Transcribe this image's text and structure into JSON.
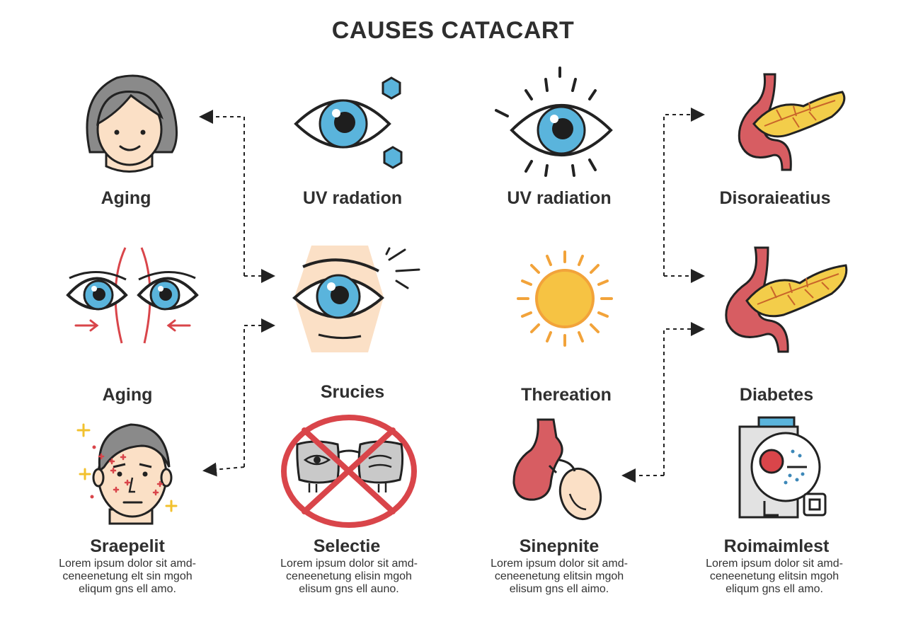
{
  "title": "CAUSES CATACART",
  "labels": {
    "r1c1": "Aging",
    "r1c2": "UV radation",
    "r1c3": "UV radiation",
    "r1c4": "Disoraieatius",
    "r2c1": "Aging",
    "r2c2": "Srucies",
    "r2c3": "Thereation",
    "r2c4": "Diabetes",
    "r3c1": "Sraepelit",
    "r3c2": "Selectie",
    "r3c3": "Sinepnite",
    "r3c4": "Roimaimlest"
  },
  "descriptions": {
    "c1": [
      "Lorem ipsum dolor sit amd-",
      "ceneenetung elt sin mgoh",
      "eliqum gns ell amo."
    ],
    "c2": [
      "Lorem ipsum dolor sit amd-",
      "ceneenetung elisin mgoh",
      "elisum gns ell auno."
    ],
    "c3": [
      "Lorem ipsum dolor sit amd-",
      "ceneenetung elitsin mgoh",
      "elisum gns ell aimo."
    ],
    "c4": [
      "Lorem ipsum dolor sit amd-",
      "ceneenetung elitsin mgoh",
      "eliqum gns ell amo."
    ]
  },
  "colors": {
    "iris": "#5ab4dc",
    "outline": "#222222",
    "skin": "#fbe0c6",
    "hair": "#8a8a8a",
    "red": "#d9454a",
    "sun": "#f6c343",
    "sun_ray": "#f2a33a",
    "pancreas": "#f3cd4a",
    "stomach": "#d75d62"
  },
  "icons": {
    "r1c1": "woman-face-icon",
    "r1c2": "eye-with-hexagons-icon",
    "r1c3": "radiating-eye-icon",
    "r1c4": "pancreas-stomach-icon",
    "r2c1": "eyes-crossed-icon",
    "r2c2": "eye-closeup-icon",
    "r2c3": "sun-icon",
    "r2c4": "pancreas-stomach-icon",
    "r3c1": "man-sparkles-face-icon",
    "r3c2": "no-glasses-icon",
    "r3c3": "stomach-egg-icon",
    "r3c4": "eye-scanner-icon"
  }
}
